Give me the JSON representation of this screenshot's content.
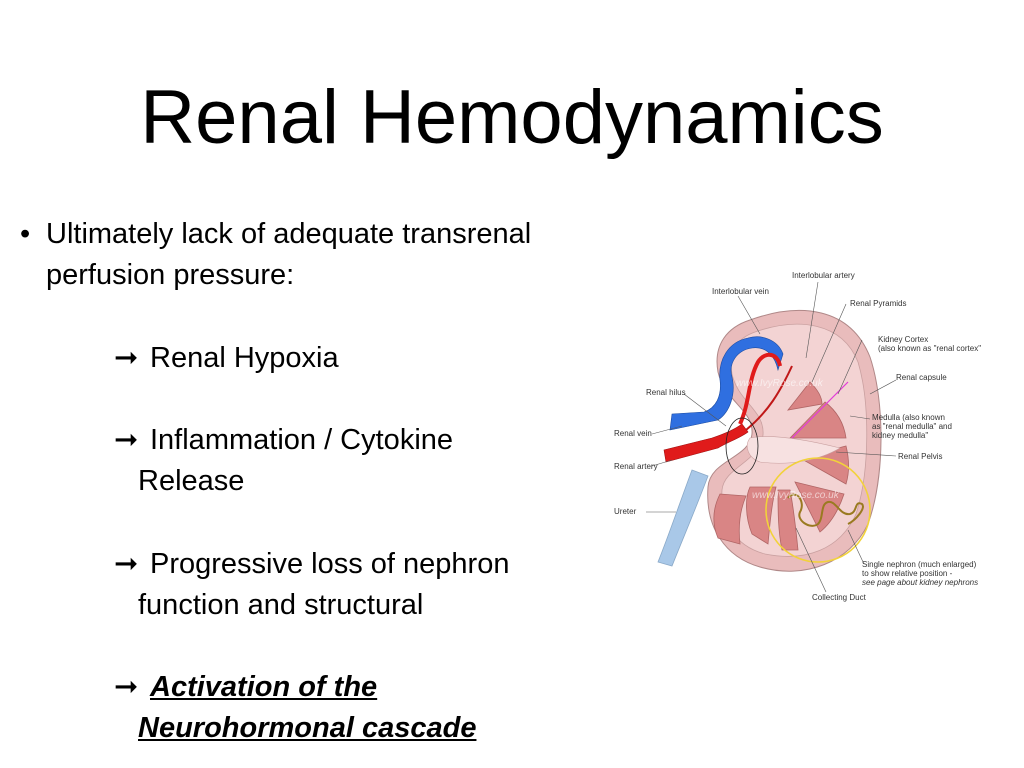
{
  "slide": {
    "title": "Renal Hemodynamics",
    "bullet": {
      "symbol": "•",
      "line1": "Ultimately lack of adequate transrenal",
      "line2": "perfusion pressure:"
    },
    "arrow_symbol": "➞",
    "subpoints": [
      {
        "line1": "Renal Hypoxia",
        "line2": ""
      },
      {
        "line1": "Inflammation / Cytokine",
        "line2": "Release"
      },
      {
        "line1": "Progressive loss of nephron",
        "line2": "function and structural"
      },
      {
        "line1": "Activation of the",
        "line2": "Neurohormonal cascade"
      }
    ]
  },
  "diagram": {
    "labels": {
      "interlobular_artery": "Interlobular artery",
      "interlobular_vein": "Interlobular vein",
      "renal_pyramids": "Renal Pyramids",
      "kidney_cortex_1": "Kidney Cortex",
      "kidney_cortex_2": "(also known as \"renal cortex\"",
      "renal_capsule": "Renal capsule",
      "renal_hilus": "Renal hilus",
      "medulla_1": "Medulla (also known",
      "medulla_2": "as \"renal medulla\" and",
      "medulla_3": "kidney medulla\"",
      "renal_vein": "Renal vein",
      "renal_pelvis": "Renal Pelvis",
      "renal_artery": "Renal artery",
      "ureter": "Ureter",
      "nephron_1": "Single nephron (much enlarged)",
      "nephron_2": "to show relative position -",
      "nephron_3": "see page about kidney nephrons",
      "collecting_duct": "Collecting Duct"
    },
    "watermark": "www.IvyRose.co.uk",
    "colors": {
      "capsule": "#e9bcbc",
      "cortex": "#f3d3d3",
      "pyramid": "#d98585",
      "vein": "#2f6fe0",
      "artery": "#e01b1b",
      "ureter": "#a9c8e8",
      "nephron_circle": "#f2d23a",
      "medulla_line": "#e23ad8"
    }
  }
}
